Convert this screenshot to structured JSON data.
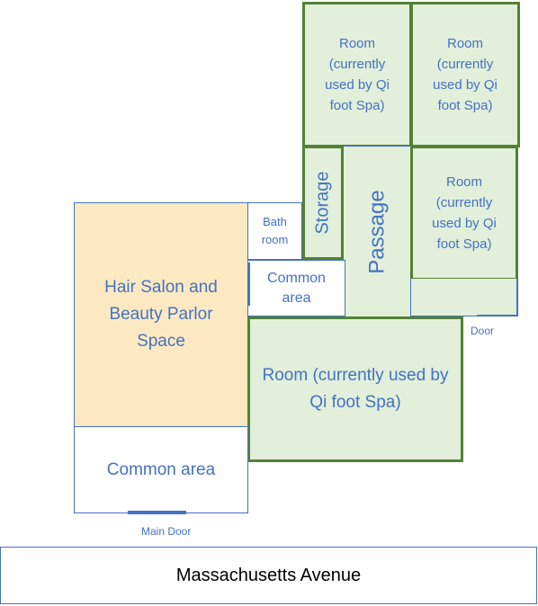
{
  "diagram": {
    "rooms": {
      "room_top_left": "Room (currently used by Qi foot Spa)",
      "room_top_right": "Room (currently used by Qi foot Spa)",
      "room_mid_right": "Room (currently used by Qi foot Spa)",
      "room_large": "Room (currently used by Qi foot Spa)",
      "storage": "Storage",
      "passage": "Passage",
      "bathroom": "Bath room",
      "common_area_small": "Common area",
      "hair_salon": "Hair Salon and Beauty Parlor Space",
      "common_area_bottom": "Common area"
    },
    "labels": {
      "door": "Door",
      "main_door": "Main Door",
      "street": "Massachusetts Avenue"
    },
    "colors": {
      "room_fill": "#e2efda",
      "room_border": "#538135",
      "salon_fill": "#fde9c1",
      "text": "#4472c4"
    }
  }
}
